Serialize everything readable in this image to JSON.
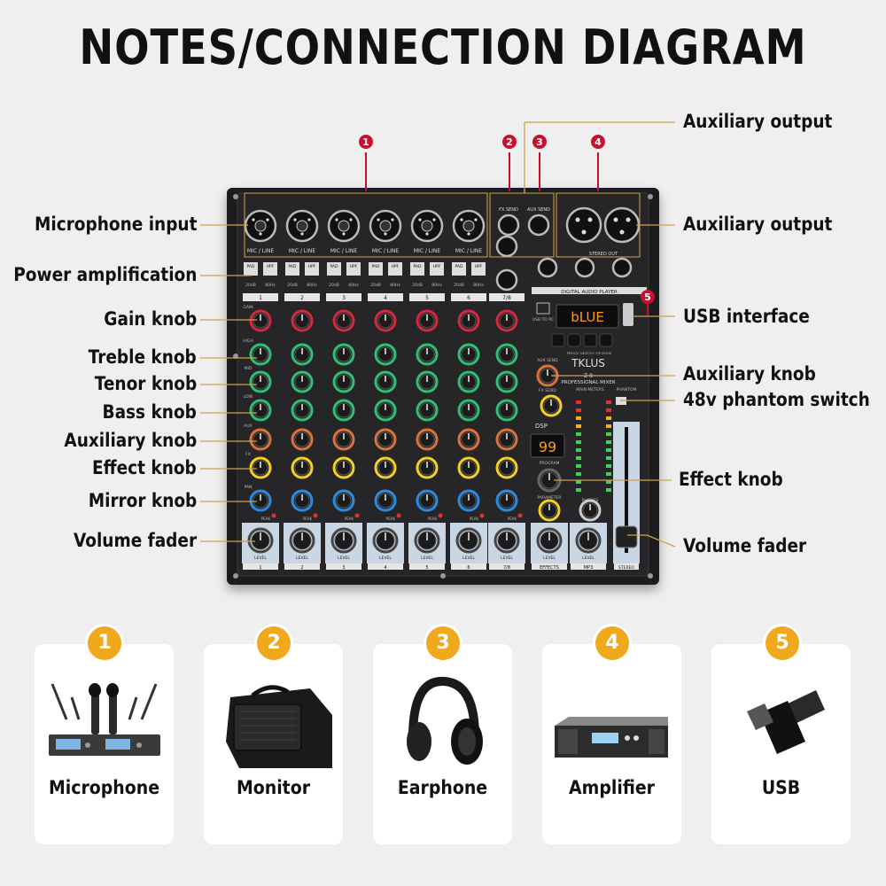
{
  "title": "NOTES/CONNECTION DIAGRAM",
  "left_labels": [
    "Microphone input",
    "Power amplification",
    "Gain knob",
    "Treble knob",
    "Tenor knob",
    "Bass knob",
    "Auxiliary knob",
    "Effect knob",
    "Mirror knob",
    "Volume fader"
  ],
  "right_labels": [
    "Auxiliary output",
    "Auxiliary output",
    "USB interface",
    "Auxiliary knob",
    "48v phantom switch",
    "Effect knob",
    "Volume fader"
  ],
  "markers": [
    "1",
    "2",
    "3",
    "4",
    "5"
  ],
  "mixer": {
    "brand": "TKLUS",
    "model": "Z-8",
    "subtitle": "PROFESSIONAL MIXER",
    "player_title": "DIGITAL AUDIO PLAYER",
    "player_display": "bLUE",
    "effect_display": "99",
    "jack_label": "MIC / LINE",
    "channels": [
      "1",
      "2",
      "3",
      "4",
      "5",
      "6",
      "7/8"
    ],
    "row_labels": [
      "GAIN",
      "HIGH",
      "MID",
      "LOW",
      "AUX",
      "FX",
      "PAN"
    ],
    "pad_label": "PAD",
    "hpf_label": "HPF",
    "pad_value": "20dB",
    "hpf_value": "80Hz",
    "level_label": "LEVEL",
    "peak_label": "PEAK",
    "fx_send": "FX SEND",
    "aux_send": "AUX SEND",
    "stereo_out": "STEREO OUT",
    "phones": "PHONES",
    "aux_send_knob": "AUX SEND",
    "fx_send_knob": "FX SEND",
    "program": "PROGRAM",
    "parameter": "PARAMETER",
    "main_meters": "MAIN METERS",
    "phantom": "PHANTOM",
    "dsp": "DSP",
    "effects": "EFFECTS",
    "mp3": "MP3",
    "stereo": "STEREO",
    "usb_to_pc": "USB TO PC",
    "player_buttons": "PREV/V- NEXT/V+ P/P MODE"
  },
  "colors": {
    "marker_red": "#c8102e",
    "badge_orange": "#f0a81c",
    "gain_knob": "#d7263d",
    "eq_knob": "#2fbf71",
    "aux_knob": "#d9733b",
    "fx_knob": "#f2d024",
    "pan_knob": "#2b8be0",
    "display_orange": "#ff9a1f"
  },
  "devices": [
    {
      "number": "1",
      "label": "Microphone",
      "icon": "microphone-receiver-icon"
    },
    {
      "number": "2",
      "label": "Monitor",
      "icon": "monitor-speaker-icon"
    },
    {
      "number": "3",
      "label": "Earphone",
      "icon": "headphones-icon"
    },
    {
      "number": "4",
      "label": "Amplifier",
      "icon": "amplifier-icon"
    },
    {
      "number": "5",
      "label": "USB",
      "icon": "usb-drive-icon"
    }
  ]
}
